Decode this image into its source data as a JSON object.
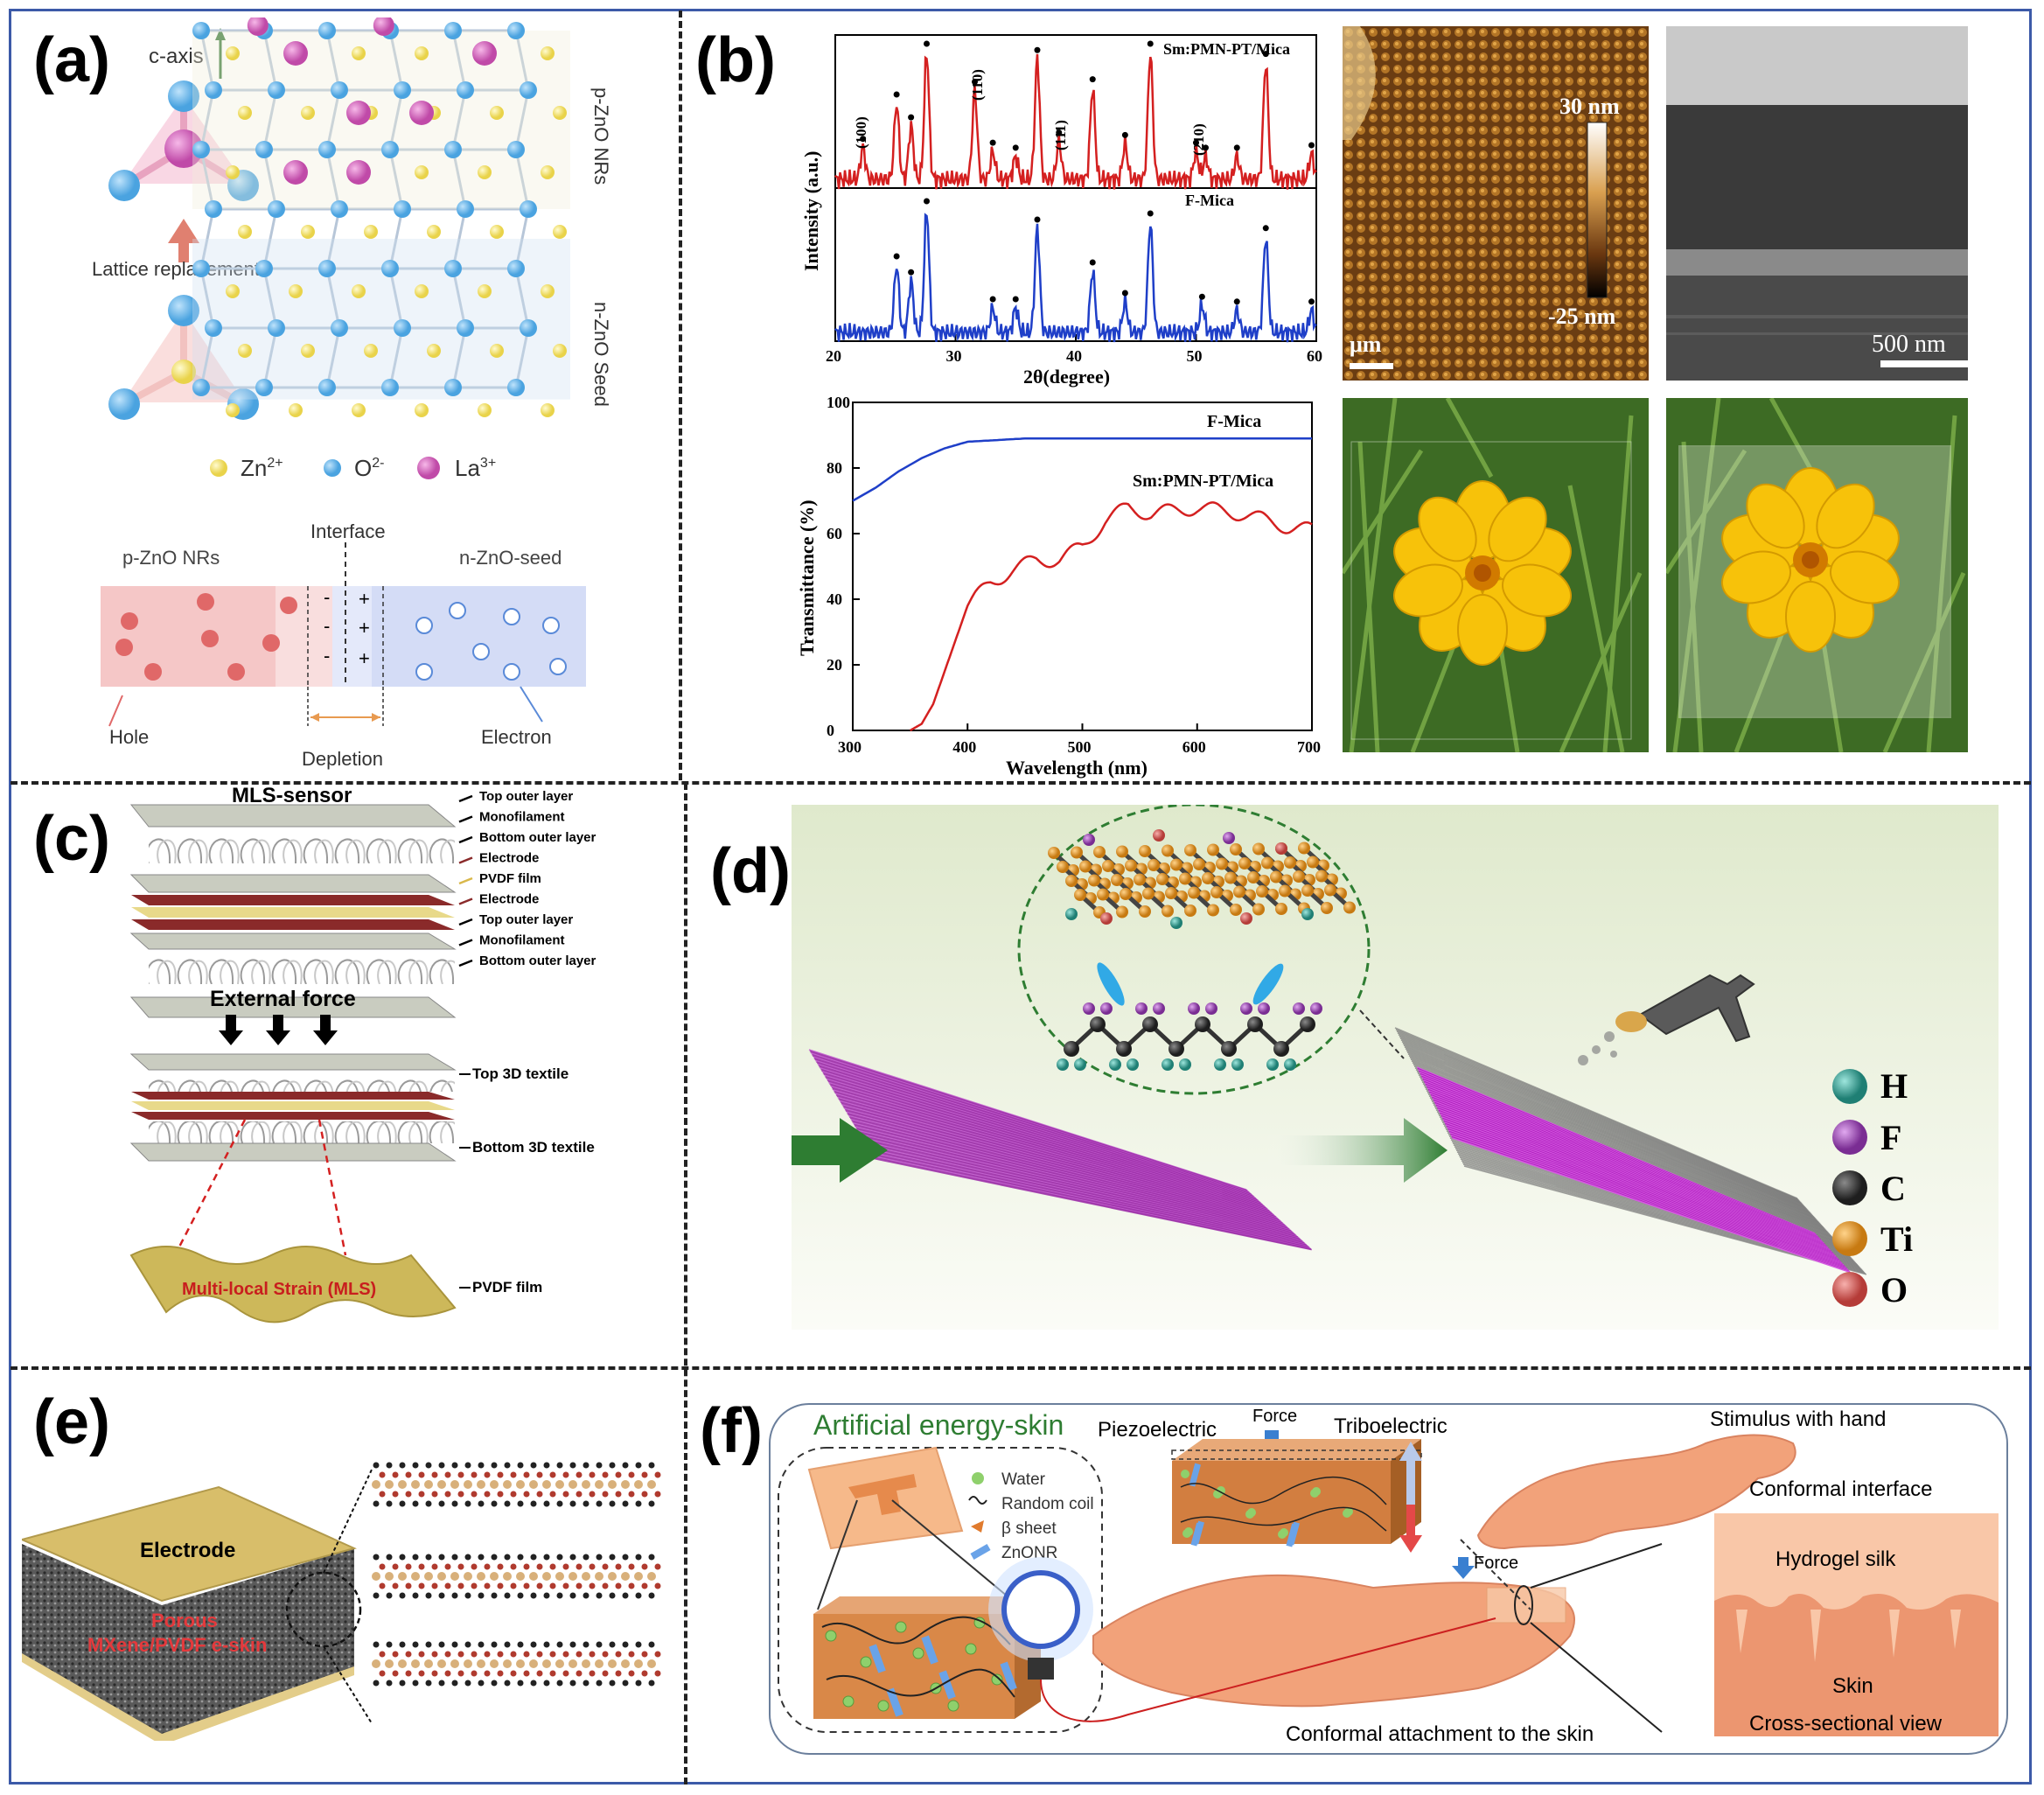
{
  "figure": {
    "panel_labels": [
      "(a)",
      "(b)",
      "(c)",
      "(d)",
      "(e)",
      "(f)"
    ]
  },
  "panel_a": {
    "c_axis": "c-axis",
    "lattice_replacement": "Lattice replacement",
    "p_zno_nrs": "p-ZnO NRs",
    "n_zno_seed_vertical": "n-ZnO Seed",
    "legend": [
      {
        "label": "Zn",
        "sup": "2+",
        "color": "#f3e37a"
      },
      {
        "label": "O",
        "sup": "2-",
        "color": "#6fb8e8"
      },
      {
        "label": "La",
        "sup": "3+",
        "color": "#c84fb2"
      }
    ],
    "interface": "Interface",
    "p_region": "p-ZnO NRs",
    "n_region": "n-ZnO-seed",
    "minus_signs": [
      "-",
      "-",
      "-"
    ],
    "plus_signs": [
      "+",
      "+",
      "+"
    ],
    "hole": "Hole",
    "depletion": "Depletion",
    "electron": "Electron"
  },
  "panel_b": {
    "xrd_top_label": "Sm:PMN-PT/Mica",
    "xrd_bottom_label": "F-Mica",
    "xrd_ylabel": "Intensity (a.u.)",
    "xrd_xlabel": "2θ(degree)",
    "xrd_peaks": [
      "(100)",
      "(110)",
      "(111)",
      "(210)"
    ],
    "trans_ylabel": "Transmittance (%)",
    "trans_xlabel": "Wavelength (nm)",
    "trans_label_fmica": "F-Mica",
    "trans_label_sm": "Sm:PMN-PT/Mica",
    "afm_max": "30 nm",
    "afm_min": "-25 nm",
    "afm_scale": "μm",
    "sem_scale": "500 nm"
  },
  "chart_data": [
    {
      "type": "line",
      "title": "",
      "xlabel": "2θ(degree)",
      "ylabel": "Intensity (a.u.)",
      "xlim": [
        20,
        60
      ],
      "x_ticks": [
        "20",
        "30",
        "40",
        "50",
        "60"
      ],
      "series": [
        {
          "name": "Sm:PMN-PT/Mica",
          "color": "#d42020",
          "peaks_x": [
            22.3,
            25.1,
            26.3,
            27.6,
            31.6,
            33.1,
            35.0,
            36.8,
            38.6,
            41.4,
            44.1,
            46.2,
            50.0,
            50.8,
            53.4,
            55.8,
            59.6
          ],
          "peaks_h": [
            0.25,
            0.6,
            0.42,
            1.0,
            0.7,
            0.22,
            0.18,
            0.95,
            0.3,
            0.72,
            0.28,
            1.0,
            0.22,
            0.18,
            0.18,
            0.92,
            0.2
          ]
        },
        {
          "name": "F-Mica",
          "color": "#1f3fc8",
          "peaks_x": [
            25.1,
            26.3,
            27.6,
            33.1,
            35.0,
            36.8,
            41.4,
            44.1,
            46.2,
            50.5,
            53.4,
            55.8,
            59.6
          ],
          "peaks_h": [
            0.55,
            0.42,
            1.0,
            0.2,
            0.2,
            0.85,
            0.5,
            0.25,
            0.9,
            0.22,
            0.18,
            0.78,
            0.18
          ]
        }
      ]
    },
    {
      "type": "line",
      "title": "",
      "xlabel": "Wavelength (nm)",
      "ylabel": "Transmittance (%)",
      "xlim": [
        300,
        700
      ],
      "ylim": [
        0,
        100
      ],
      "x_ticks": [
        "300",
        "400",
        "500",
        "600",
        "700"
      ],
      "y_ticks": [
        "0",
        "20",
        "40",
        "60",
        "80",
        "100"
      ],
      "series": [
        {
          "name": "F-Mica",
          "color": "#1f3fc8",
          "x": [
            300,
            320,
            340,
            360,
            380,
            400,
            450,
            500,
            550,
            600,
            650,
            700
          ],
          "y": [
            70,
            74,
            79,
            83,
            86,
            88,
            89,
            89,
            89,
            89,
            89,
            89
          ]
        },
        {
          "name": "Sm:PMN-PT/Mica",
          "color": "#d42020",
          "x": [
            350,
            360,
            370,
            380,
            390,
            400,
            420,
            440,
            460,
            480,
            500,
            520,
            540,
            560,
            580,
            600,
            620,
            640,
            660,
            680,
            700
          ],
          "y": [
            0,
            2,
            8,
            18,
            28,
            38,
            45,
            49,
            52,
            52,
            56,
            64,
            68,
            66,
            67,
            68,
            67,
            66,
            64,
            62,
            61
          ]
        }
      ]
    }
  ],
  "panel_c": {
    "title": "MLS-sensor",
    "layers": [
      "Top outer layer",
      "Monofilament",
      "Bottom outer layer",
      "Electrode",
      "PVDF film",
      "Electrode",
      "Top outer layer",
      "Monofilament",
      "Bottom outer layer"
    ],
    "external_force": "External force",
    "top_3d": "Top 3D textile",
    "bottom_3d": "Bottom 3D textile",
    "mls_text": "Multi-local Strain (MLS)",
    "pvdf_film": "PVDF film"
  },
  "panel_d": {
    "legend": [
      {
        "symbol": "H",
        "color": "#2a9d8f"
      },
      {
        "symbol": "F",
        "color": "#9b3fb5"
      },
      {
        "symbol": "C",
        "color": "#333333"
      },
      {
        "symbol": "Ti",
        "color": "#e69a2e"
      },
      {
        "symbol": "O",
        "color": "#d9534f"
      }
    ]
  },
  "panel_e": {
    "electrode": "Electrode",
    "porous": "Porous",
    "eskin": "MXene/PVDF e-skin"
  },
  "panel_f": {
    "artificial_energy_skin": "Artificial energy-skin",
    "legend": [
      "Water",
      "Random coil",
      "β sheet",
      "ZnONR"
    ],
    "piezoelectric": "Piezoelectric",
    "force_top": "Force",
    "triboelectric": "Triboelectric",
    "force_mid": "Force",
    "stimulus": "Stimulus with hand",
    "conformal_interface": "Conformal interface",
    "hydrogel_silk": "Hydrogel silk",
    "skin": "Skin",
    "cross_section": "Cross-sectional view",
    "conformal_attachment": "Conformal attachment to the skin"
  }
}
